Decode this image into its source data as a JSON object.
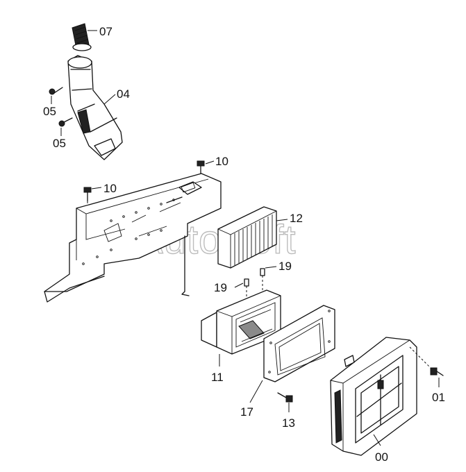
{
  "watermark": "AutoSoft",
  "parts": {
    "p07": "07",
    "p05a": "05",
    "p05b": "05",
    "p04": "04",
    "p10a": "10",
    "p10b": "10",
    "p12": "12",
    "p19a": "19",
    "p19b": "19",
    "p11": "11",
    "p17": "17",
    "p13": "13",
    "p01": "01",
    "p00": "00"
  }
}
